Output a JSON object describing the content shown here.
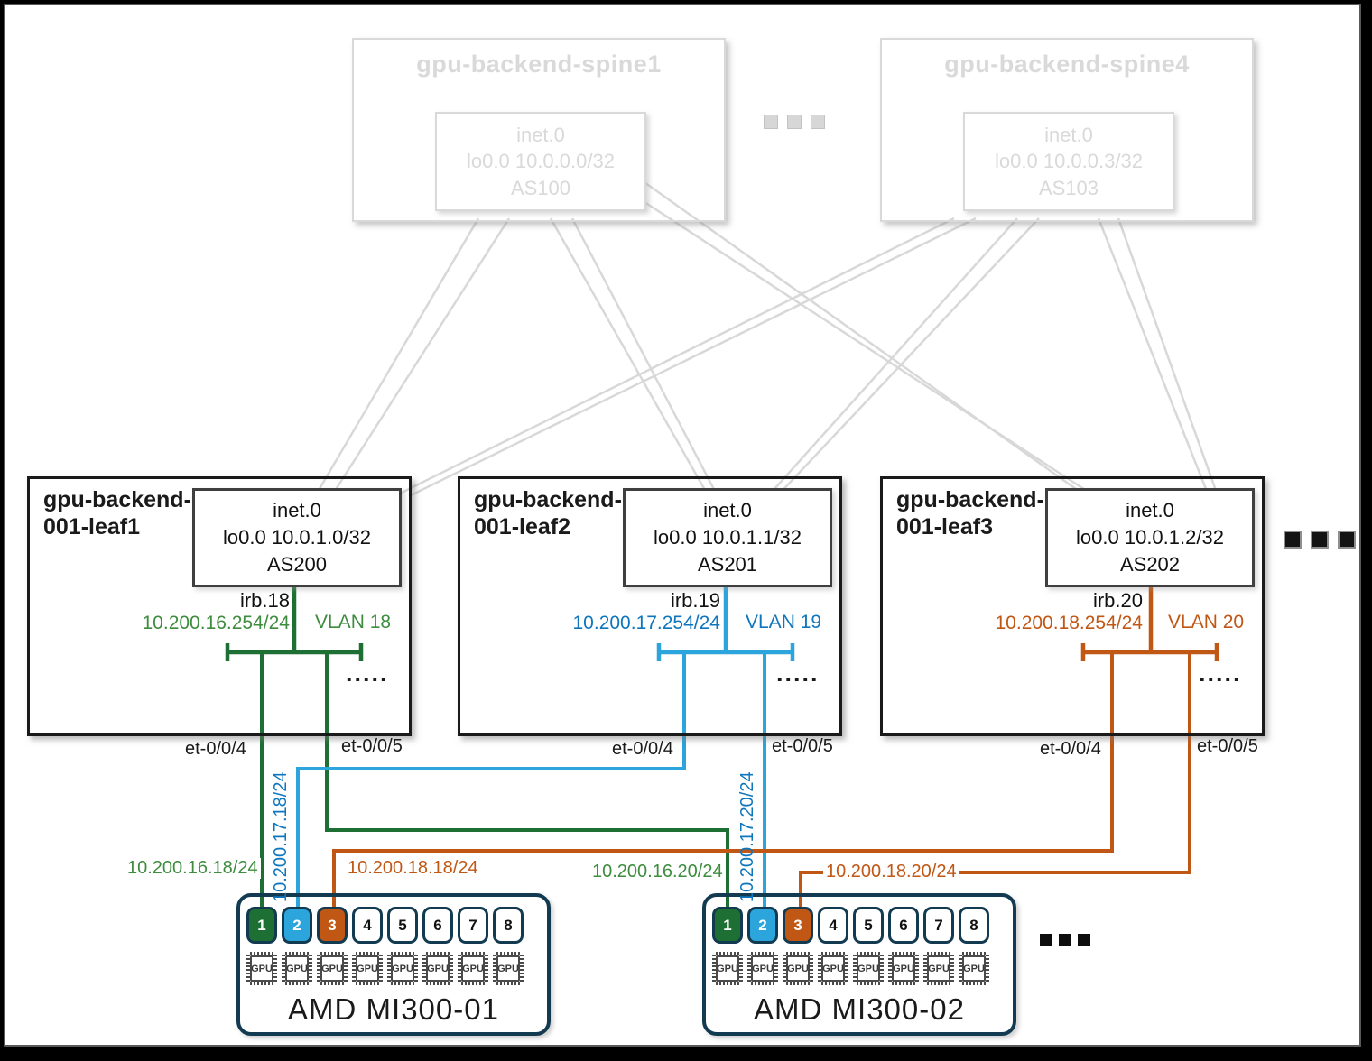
{
  "colors": {
    "green_line": "#1e6f33",
    "green_text": "#3e8c3e",
    "blue_line": "#2ba5dc",
    "blue_text": "#0e76bc",
    "orange_line": "#c05715",
    "orange_text": "#c05715",
    "link_gray": "#d8d8d8",
    "spine_gray": "#d9d9d9",
    "navy": "#123a50",
    "leaf_border": "#1a1a1a"
  },
  "spines": [
    {
      "title": "gpu-backend-spine1",
      "box_line1": "inet.0",
      "box_line2": "lo0.0 10.0.0.0/32",
      "box_line3": "AS100"
    },
    {
      "title": "gpu-backend-spine4",
      "box_line1": "inet.0",
      "box_line2": "lo0.0 10.0.0.3/32",
      "box_line3": "AS103"
    }
  ],
  "leaves": [
    {
      "title_line1": "gpu-backend-",
      "title_line2": "001-leaf1",
      "box_line1": "inet.0",
      "box_line2": "lo0.0 10.0.1.0/32",
      "box_line3": "AS200",
      "irb": "irb.18",
      "irb_ip": "10.200.16.254/24",
      "vlan": "VLAN 18",
      "dots": ".....",
      "et_a": "et-0/0/4",
      "et_b": "et-0/0/5"
    },
    {
      "title_line1": "gpu-backend-",
      "title_line2": "001-leaf2",
      "box_line1": "inet.0",
      "box_line2": "lo0.0 10.0.1.1/32",
      "box_line3": "AS201",
      "irb": "irb.19",
      "irb_ip": "10.200.17.254/24",
      "vlan": "VLAN 19",
      "dots": ".....",
      "et_a": "et-0/0/4",
      "et_b": "et-0/0/5"
    },
    {
      "title_line1": "gpu-backend-",
      "title_line2": "001-leaf3",
      "box_line1": "inet.0",
      "box_line2": "lo0.0 10.0.1.2/32",
      "box_line3": "AS202",
      "irb": "irb.20",
      "irb_ip": "10.200.18.254/24",
      "vlan": "VLAN 20",
      "dots": ".....",
      "et_a": "et-0/0/4",
      "et_b": "et-0/0/5"
    }
  ],
  "link_ips": {
    "green1": "10.200.16.18/24",
    "blue1": "10.200.17.18/24",
    "orange1": "10.200.18.18/24",
    "green2": "10.200.16.20/24",
    "blue2": "10.200.17.20/24",
    "orange2": "10.200.18.20/24"
  },
  "servers": [
    {
      "name": "AMD MI300-01",
      "gpu": "GPU",
      "ports": [
        "1",
        "2",
        "3",
        "4",
        "5",
        "6",
        "7",
        "8"
      ]
    },
    {
      "name": "AMD MI300-02",
      "gpu": "GPU",
      "ports": [
        "1",
        "2",
        "3",
        "4",
        "5",
        "6",
        "7",
        "8"
      ]
    }
  ]
}
